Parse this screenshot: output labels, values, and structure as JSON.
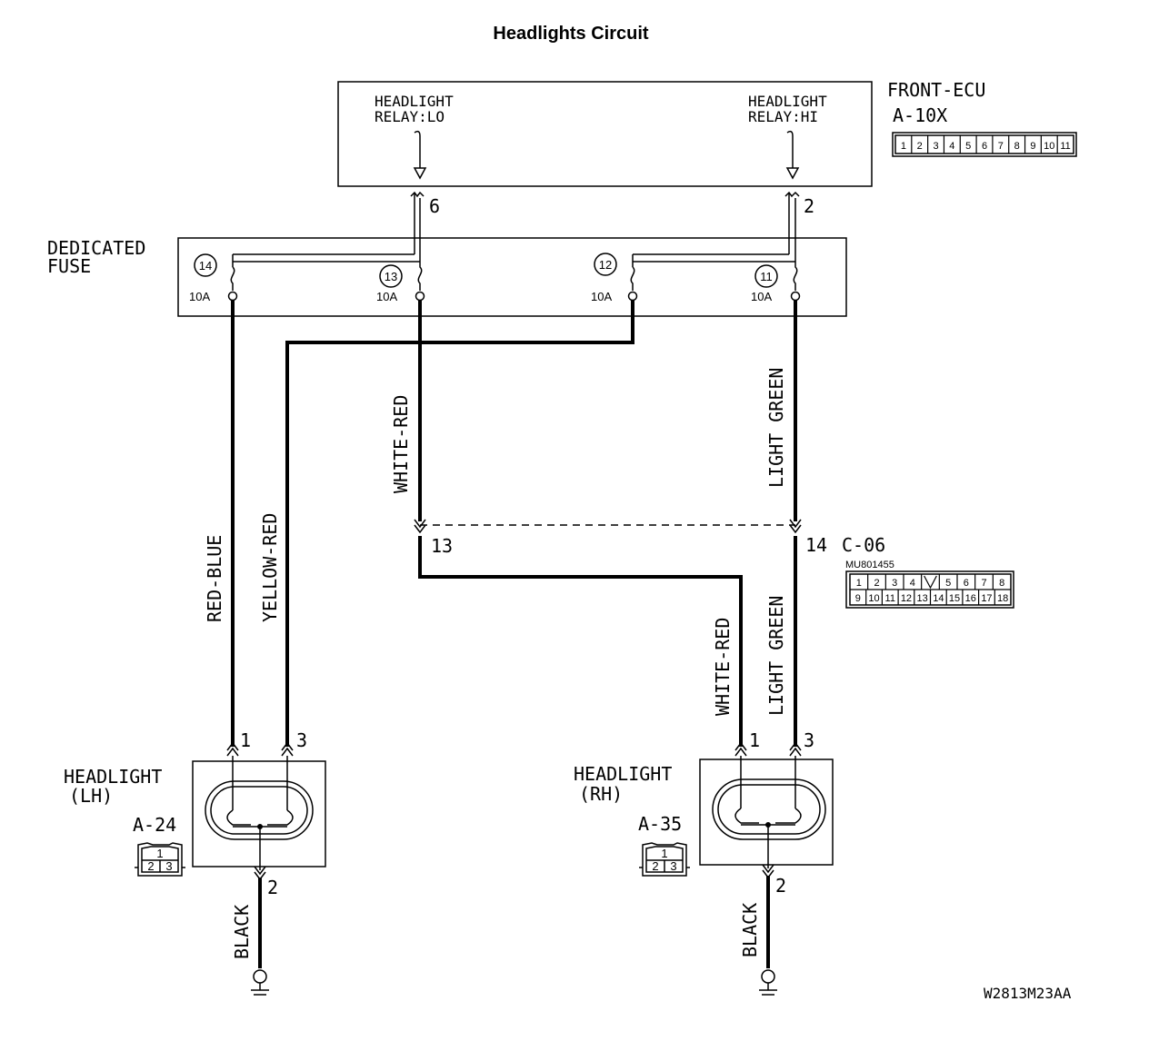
{
  "title": "Headlights Circuit",
  "ecu": {
    "name": "FRONT-ECU",
    "connector": "A-10X",
    "pins": [
      "1",
      "2",
      "3",
      "4",
      "5",
      "6",
      "7",
      "8",
      "9",
      "10",
      "11"
    ],
    "relay_lo_line1": "HEADLIGHT",
    "relay_lo_line2": "RELAY:LO",
    "relay_hi_line1": "HEADLIGHT",
    "relay_hi_line2": "RELAY:HI",
    "pin_lo": "6",
    "pin_hi": "2"
  },
  "fuse_block": {
    "label_line1": "DEDICATED",
    "label_line2": "FUSE",
    "fuses": [
      {
        "number": "14",
        "rating": "10A"
      },
      {
        "number": "13",
        "rating": "10A"
      },
      {
        "number": "12",
        "rating": "10A"
      },
      {
        "number": "11",
        "rating": "10A"
      }
    ]
  },
  "wires": {
    "red_blue": "RED-BLUE",
    "yellow_red": "YELLOW-RED",
    "white_red_upper": "WHITE-RED",
    "light_green_upper": "LIGHT GREEN",
    "white_red_lower": "WHITE-RED",
    "light_green_lower": "LIGHT GREEN",
    "black_lh": "BLACK",
    "black_rh": "BLACK"
  },
  "junction": {
    "pin_left": "13",
    "pin_right": "14",
    "connector": "C-06",
    "part_no": "MU801455",
    "row1": [
      "1",
      "2",
      "3",
      "4",
      "",
      "5",
      "6",
      "7",
      "8"
    ],
    "row2": [
      "9",
      "10",
      "11",
      "12",
      "13",
      "14",
      "15",
      "16",
      "17",
      "18"
    ]
  },
  "headlight_lh": {
    "label_line1": "HEADLIGHT",
    "label_line2": "(LH)",
    "connector": "A-24",
    "pin1": "1",
    "pin3": "3",
    "pin2": "2",
    "conn_pins": [
      "1",
      "2",
      "3"
    ]
  },
  "headlight_rh": {
    "label_line1": "HEADLIGHT",
    "label_line2": "(RH)",
    "connector": "A-35",
    "pin1": "1",
    "pin3": "3",
    "pin2": "2",
    "conn_pins": [
      "1",
      "2",
      "3"
    ]
  },
  "drawing_id": "W2813M23AA"
}
